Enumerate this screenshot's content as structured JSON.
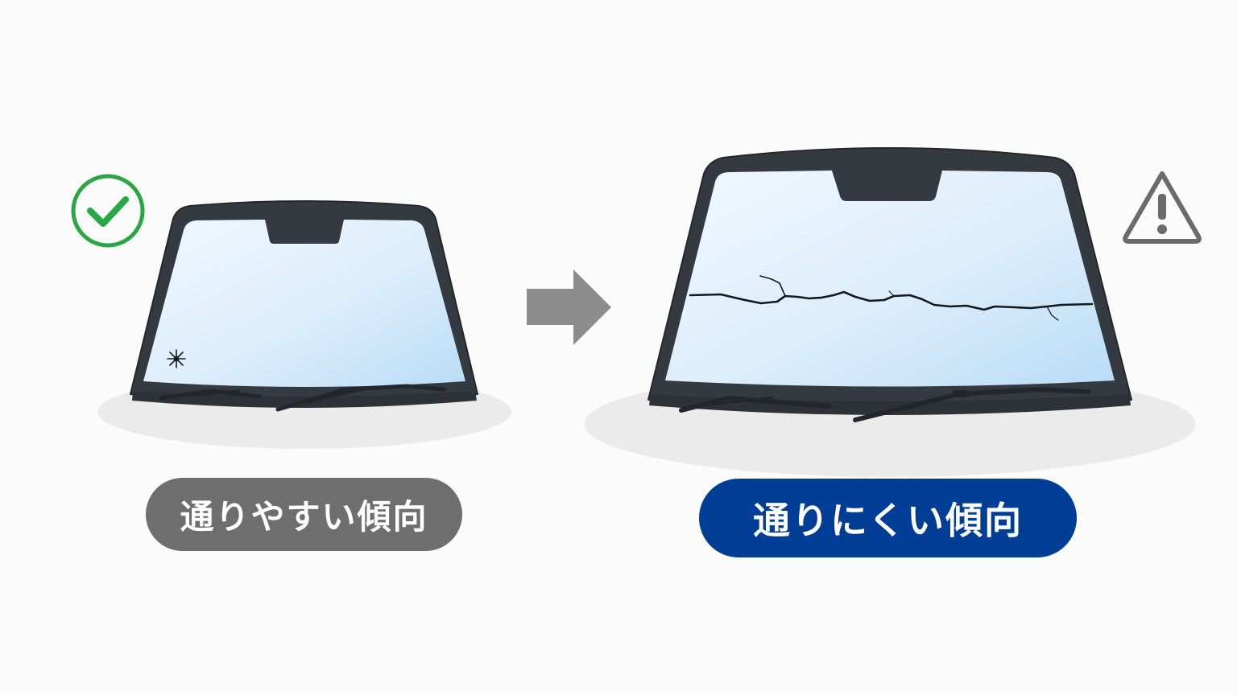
{
  "colors": {
    "check": "#28a745",
    "warning": "#6b6b6b",
    "arrow": "#8c8c8c",
    "frame": "#343a40",
    "glass_light": "#eef6fd",
    "glass_dark": "#b9dcf6",
    "shadow": "#ebebeb",
    "pill_left": "#6e6e6e",
    "pill_right": "#003d96"
  },
  "icons": {
    "left_badge": "check-circle-icon",
    "right_badge": "warning-triangle-icon",
    "transition": "arrow-right-icon",
    "left_damage": "chip-star-icon",
    "right_damage": "long-crack-line"
  },
  "left": {
    "label": "通りやすい傾向"
  },
  "right": {
    "label": "通りにくい傾向"
  }
}
